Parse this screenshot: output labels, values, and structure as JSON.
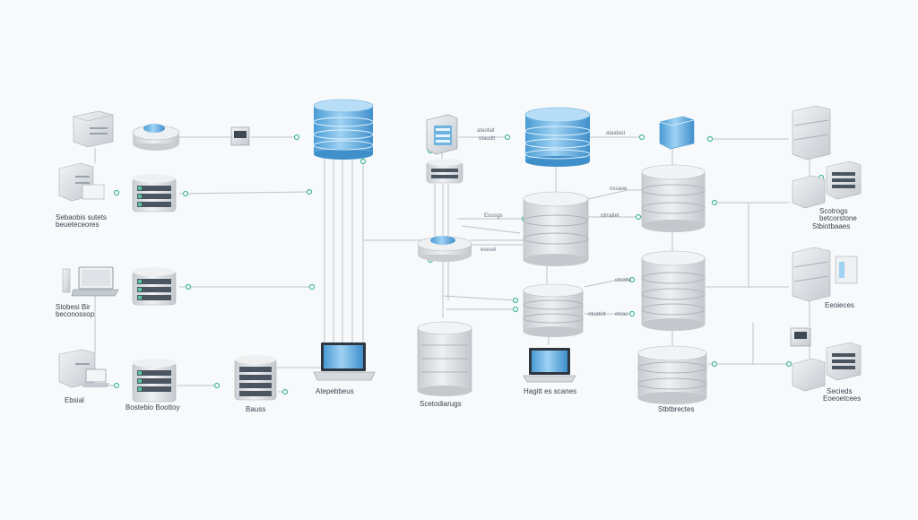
{
  "labels": {
    "l1": "Sebaobis sutets",
    "l1b": "beueteceores",
    "l2": "Stobesi Bir",
    "l2b": "beconossop",
    "l3": "Ebsial",
    "l4": "Bostebio Boottoy",
    "l5": "Bauss",
    "l6": "Atepebbeus",
    "l7": "Scetodiarugs",
    "l8": "Hagitt es scanes",
    "l9": "Stbtbrectes",
    "l10": "Scotrogs",
    "l10b": "betcorstone",
    "l10c": "Stbiotbaaes",
    "l11": "Eeoieces",
    "l12": "Secieds",
    "l12b": "Eoeoetcees"
  },
  "links": {
    "a1": "ataotiat",
    "a2": "otaudtt",
    "a3": "Eisssgs",
    "a4": "esesel",
    "a5": "ataatast",
    "a6": "ossaoe",
    "a7": "otrrattet",
    "a8": "otsotta",
    "a9": "etcac",
    "a10": "otuatiot"
  },
  "colors": {
    "line": "#bcc3ca",
    "green": "#45b89a",
    "blue": "#5aa9dc",
    "gray": "#d3d6da"
  }
}
